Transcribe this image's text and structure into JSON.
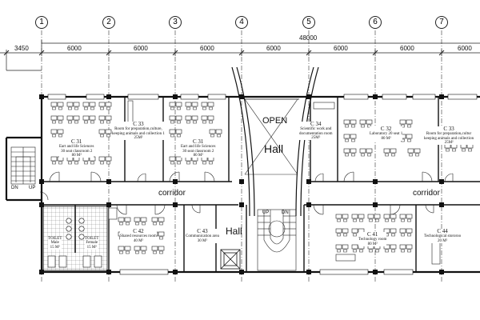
{
  "axes": [
    "1",
    "2",
    "3",
    "4",
    "5",
    "6",
    "7"
  ],
  "dimensions": {
    "total": "48000",
    "left": "3450",
    "bays": [
      "6000",
      "6000",
      "6000",
      "6000",
      "6000",
      "6000",
      "6000"
    ]
  },
  "rooms": {
    "c31a": {
      "code": "C 31",
      "line1": "Eart and life Sciences",
      "line2": "30 seat classroom 2",
      "area": "80 M²"
    },
    "c33a": {
      "code": "C 33",
      "line1": "Room for preparation,culture,",
      "line2": "keeping animals and collection 1",
      "area": "25M²"
    },
    "c31b": {
      "code": "C 31",
      "line1": "Eart and life Sciences",
      "line2": "30 seat classroom 2",
      "area": "80 M²"
    },
    "c34": {
      "code": "C 34",
      "line1": "Scientific work and",
      "line2": "documentation room",
      "area": "25M²"
    },
    "c32": {
      "code": "C 32",
      "line1": "Laboratory 20 seat 1",
      "area": "80 M²"
    },
    "c33b": {
      "code": "C 33",
      "line1": "Room for preparation,cultur",
      "line2": "keeping animals and collection",
      "area": "25M²"
    },
    "c42": {
      "code": "C 42",
      "line1": "Shared resources room",
      "area": "40 M²"
    },
    "c43": {
      "code": "C 43",
      "line1": "Communication area",
      "area": "30 M²"
    },
    "c41": {
      "code": "C 41",
      "line1": "Technology room",
      "area": "80 M²"
    },
    "c44": {
      "code": "C 44",
      "line1": "Technological stororoo",
      "area": "20 M²"
    }
  },
  "labels": {
    "open": "OPEN",
    "hall_upper": "Hall",
    "hall_lower": "Hall",
    "corridor_left": "corridor",
    "corridor_right": "corridor",
    "stair_dn": "DN",
    "stair_up": "UP",
    "stair2_up": "UP",
    "stair2_dn": "DN",
    "toilet_male": "TOILET",
    "toilet_male_sub": "Male",
    "toilet_male_area": "15 M²",
    "toilet_female": "TOILET",
    "toilet_female_sub": "Female",
    "toilet_female_area": "15 M²"
  }
}
